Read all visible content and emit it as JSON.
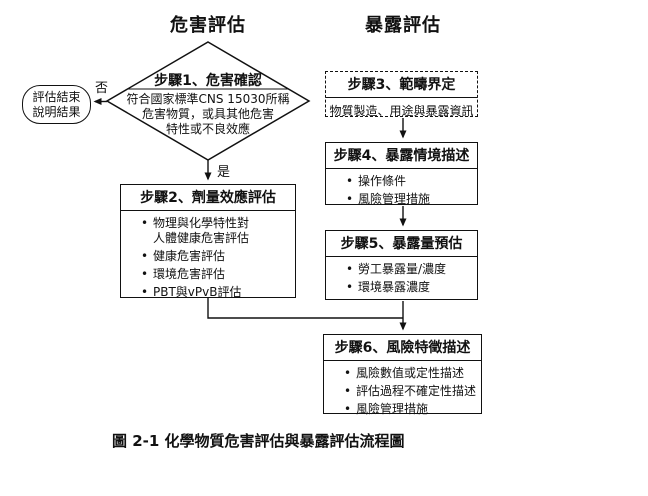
{
  "columns": {
    "hazard": "危害評估",
    "exposure": "暴露評估"
  },
  "decision": {
    "title": "步驟1、危害確認",
    "body": "符合國家標準CNS 15030所稱\n危害物質，或具其他危害\n特性或不良效應",
    "no_label": "否",
    "yes_label": "是"
  },
  "terminator": {
    "text": "評估結束\n說明結果"
  },
  "steps": {
    "step2": {
      "title": "步驟2、劑量效應評估",
      "bullets": [
        "物理與化學特性對\n人體健康危害評估",
        "健康危害評估",
        "環境危害評估",
        "PBT與vPvB評估"
      ]
    },
    "step3": {
      "title": "步驟3、範疇界定",
      "body": "物質製造、用途與暴露資訊"
    },
    "step4": {
      "title": "步驟4、暴露情境描述",
      "bullets": [
        "操作條件",
        "風險管理措施"
      ]
    },
    "step5": {
      "title": "步驟5、暴露量預估",
      "bullets": [
        "勞工暴露量/濃度",
        "環境暴露濃度"
      ]
    },
    "step6": {
      "title": "步驟6、風險特徵描述",
      "bullets": [
        "風險數值或定性描述",
        "評估過程不確定性描述",
        "風險管理措施"
      ]
    }
  },
  "caption": "圖 2-1  化學物質危害評估與暴露評估流程圖",
  "colors": {
    "line": "#111111",
    "background": "#ffffff",
    "text": "#111111"
  }
}
